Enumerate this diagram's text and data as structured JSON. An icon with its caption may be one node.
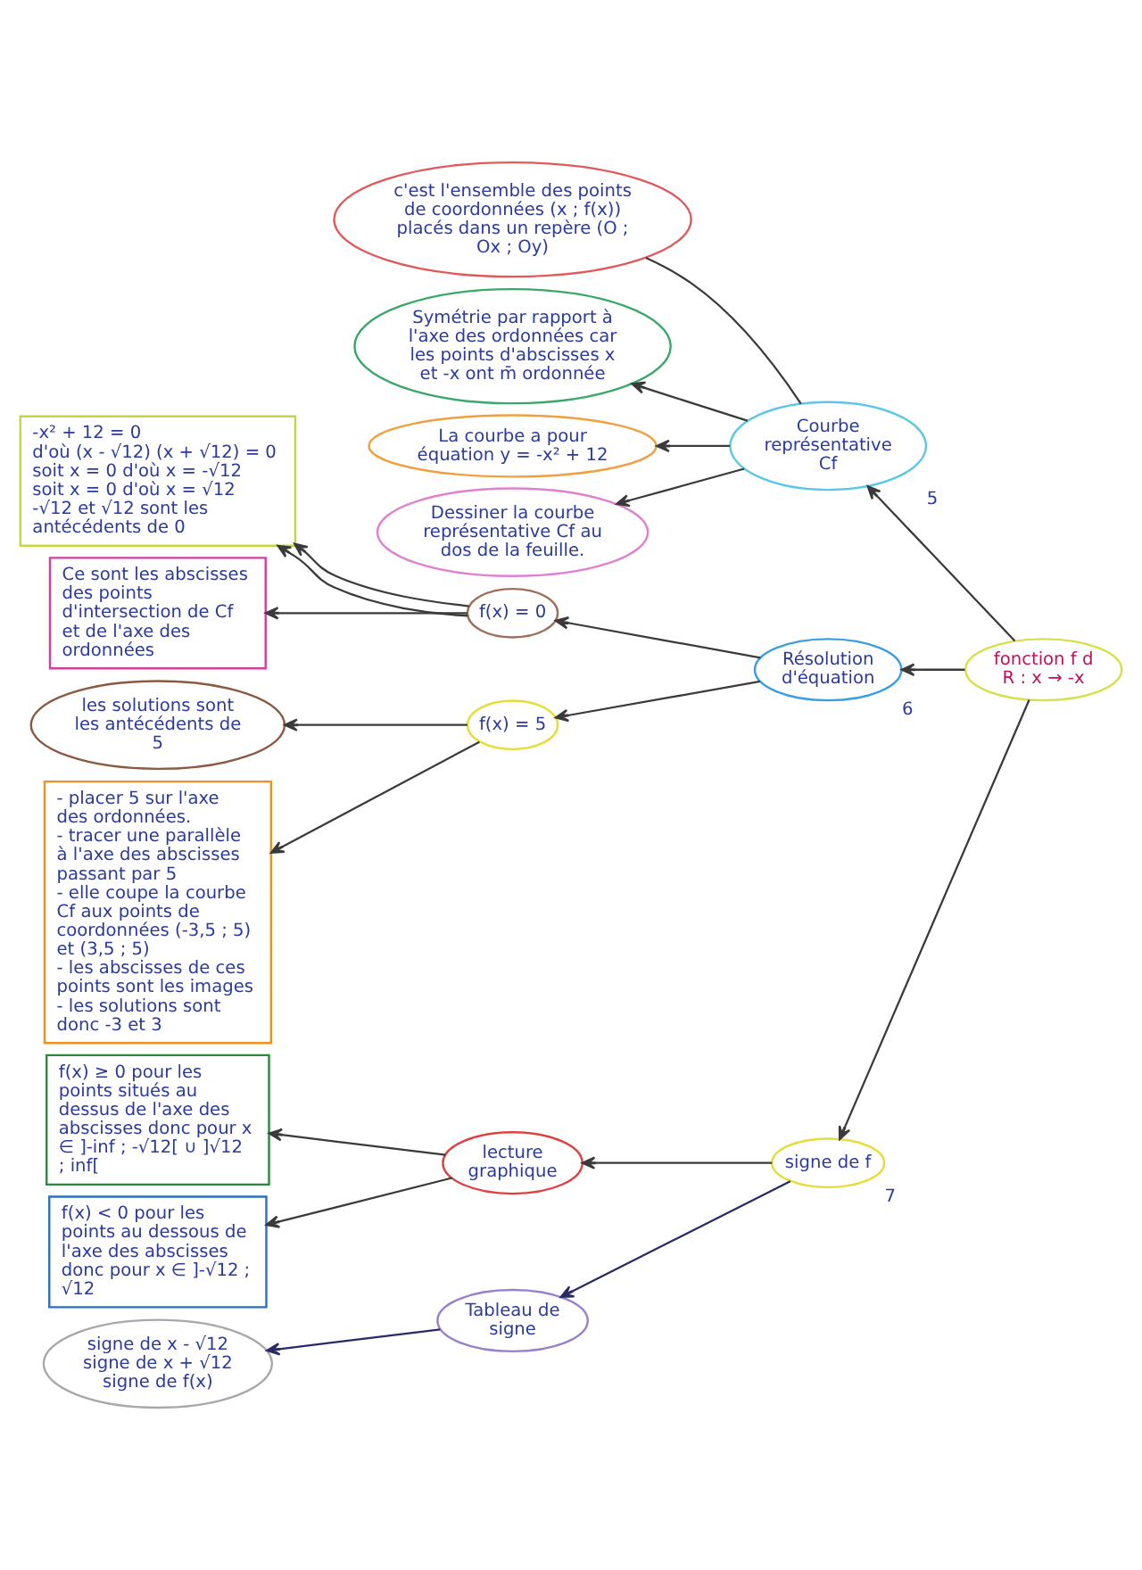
{
  "diagram": {
    "nodes": [
      {
        "text": [
          "c'est l'ensemble des points de coordonnées (x ; f(x)) placés dans un repère (O ; Ox ; Oy)"
        ]
      },
      {
        "text": [
          "Courbe représentative Cf"
        ],
        "beside": [
          "5"
        ]
      },
      {
        "text": [
          "Symétrie par rapport à l'axe des ordonnées car les points d'abscisses x et -x ont m̄ ordonnée"
        ]
      },
      {
        "text": [
          "La courbe a pour équation y = -x² + 12"
        ]
      },
      {
        "text": [
          "Dessiner la courbe représentative Cf au dos de la feuille."
        ]
      },
      {
        "text": [
          "-x² + 12 = 0",
          "d'où (x - √12) (x + √12) = 0",
          "soit x = 0 d'où x = -√12",
          "soit x = 0 d'où x = √12",
          "-√12 et √12 sont les antécédents de 0"
        ]
      },
      {
        "text": [
          "f(x) = 0"
        ]
      },
      {
        "text": [
          "Résolution d'équation"
        ],
        "beside": [
          "6"
        ]
      },
      {
        "text": [
          "fonction f d",
          "R : x → -x"
        ]
      },
      {
        "text": [
          "Ce sont les abscisses des points d'intersection de Cf et de l'axe des ordonnées"
        ]
      },
      {
        "text": [
          "les solutions sont les antécédents de 5"
        ]
      },
      {
        "text": [
          "f(x) = 5"
        ]
      },
      {
        "text": [
          "- placer 5 sur l'axe des ordonnées.",
          "- tracer une parallèle à l'axe des abscisses passant par 5",
          "- elle coupe la courbe Cf aux points de coordonnées (-3,5 ; 5) et (3,5 ; 5)",
          "- les abscisses de ces points sont les images",
          "- les solutions sont donc -3 et 3"
        ]
      },
      {
        "text": [
          "f(x) ≥ 0 pour les points situés au dessus de l'axe des abscisses donc pour x ∈ ]-inf ; -√12[ ∪ ]√12 ; inf["
        ]
      },
      {
        "text": [
          "lecture graphique"
        ]
      },
      {
        "text": [
          "signe de f"
        ],
        "beside": [
          "7"
        ]
      },
      {
        "text": [
          "f(x) < 0 pour les points au dessous de l'axe des abscisses donc pour x ∈ ]-√12 ; √12"
        ]
      },
      {
        "text": [
          "Tableau de signe"
        ]
      },
      {
        "text": [
          "signe de x - √12",
          "signe de x + √12",
          "signe de f(x)"
        ]
      }
    ],
    "edges": [
      {
        "from": 1,
        "to": 0,
        "arrow": "none"
      },
      {
        "from": 1,
        "to": 2,
        "arrow": "to"
      },
      {
        "from": 1,
        "to": 3,
        "arrow": "to"
      },
      {
        "from": 1,
        "to": 4,
        "arrow": "to"
      },
      {
        "from": 8,
        "to": 1,
        "arrow": "to"
      },
      {
        "from": 7,
        "to": 6,
        "arrow": "to"
      },
      {
        "from": 6,
        "to": 5,
        "arrow": "to"
      },
      {
        "from": 6,
        "to": 5,
        "arrow": "to"
      },
      {
        "from": 6,
        "to": 9,
        "arrow": "to"
      },
      {
        "from": 8,
        "to": 7,
        "arrow": "to"
      },
      {
        "from": 7,
        "to": 11,
        "arrow": "to"
      },
      {
        "from": 11,
        "to": 10,
        "arrow": "to"
      },
      {
        "from": 11,
        "to": 12,
        "arrow": "to"
      },
      {
        "from": 8,
        "to": 15,
        "arrow": "to"
      },
      {
        "from": 15,
        "to": 14,
        "arrow": "to"
      },
      {
        "from": 14,
        "to": 13,
        "arrow": "to"
      },
      {
        "from": 14,
        "to": 16,
        "arrow": "to"
      },
      {
        "from": 15,
        "to": 17,
        "arrow": "to",
        "color": "#2a2a66"
      },
      {
        "from": 17,
        "to": 18,
        "arrow": "to",
        "color": "#2a2a66"
      }
    ]
  }
}
